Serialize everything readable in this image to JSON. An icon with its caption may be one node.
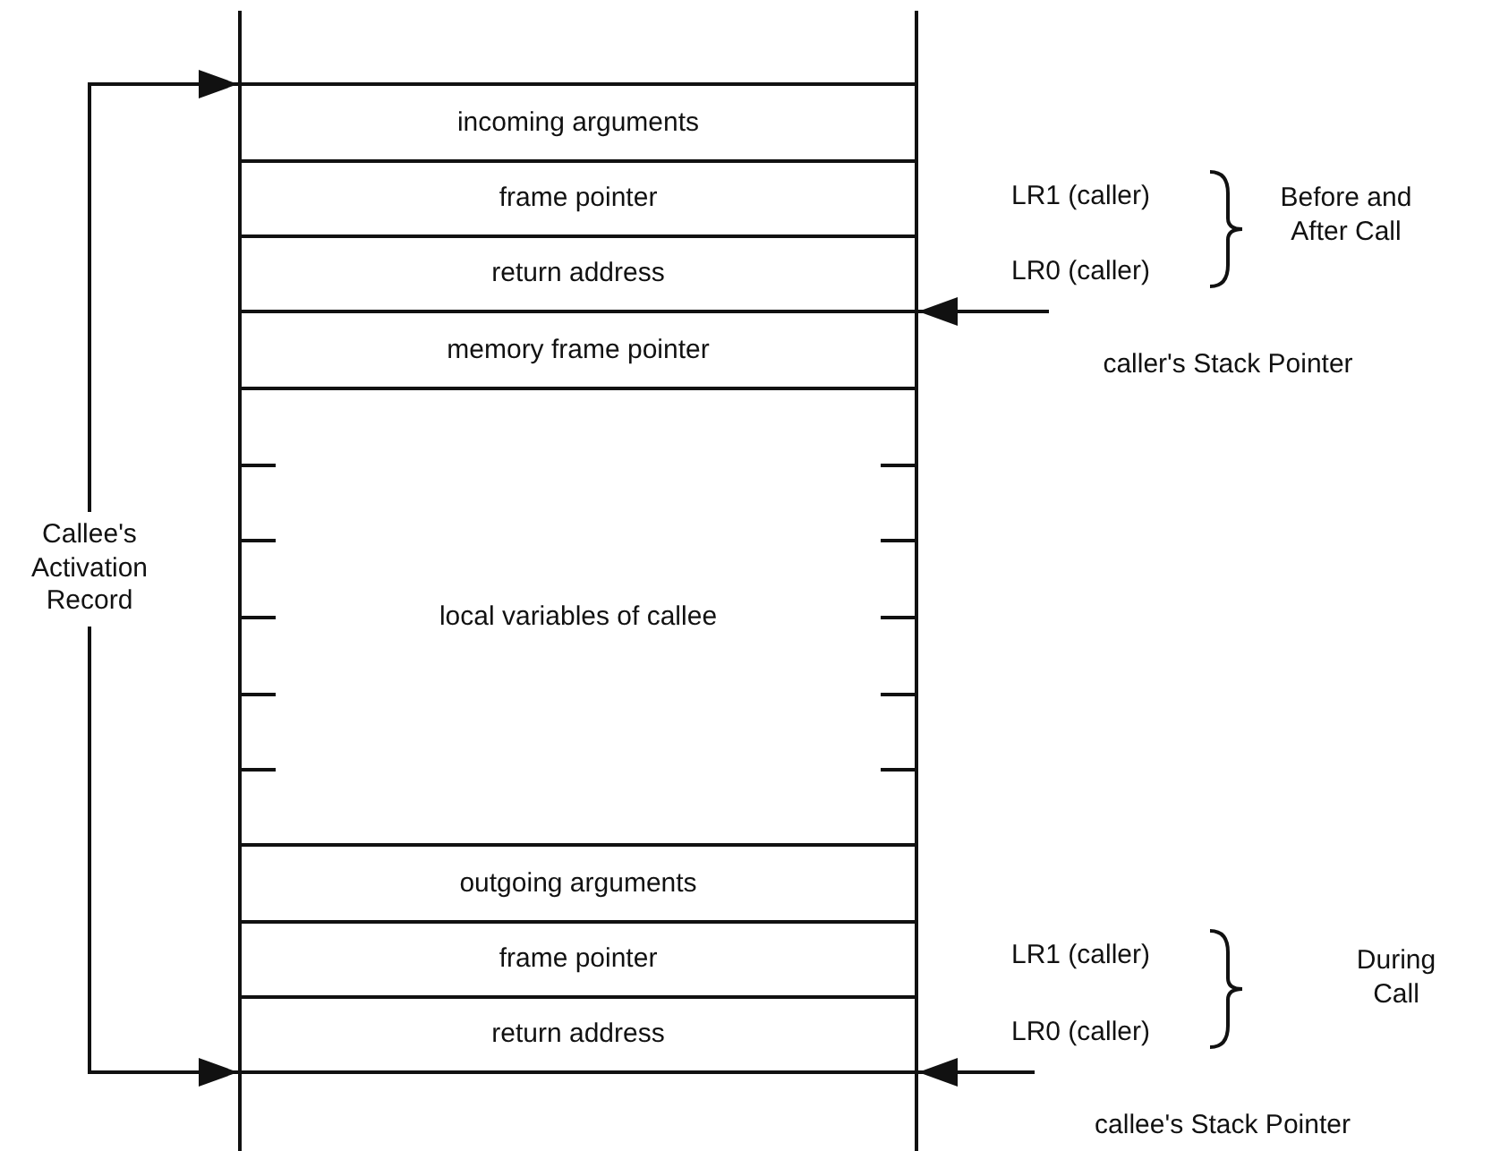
{
  "diagram": {
    "nodes": [
      {
        "text": [
          "incoming arguments"
        ]
      },
      {
        "text": [
          "frame pointer"
        ]
      },
      {
        "text": [
          "return address"
        ]
      },
      {
        "text": [
          "memory frame pointer"
        ]
      },
      {
        "text": [
          "local variables of callee"
        ]
      },
      {
        "text": [
          "outgoing arguments"
        ]
      },
      {
        "text": [
          "frame pointer"
        ]
      },
      {
        "text": [
          "return address"
        ]
      },
      {
        "text": [
          "caller's Stack Pointer"
        ]
      },
      {
        "text": [
          "callee's Stack Pointer"
        ]
      },
      {
        "text": [
          "Callee's Activation Record"
        ]
      }
    ],
    "edges": [
      {
        "from": 8,
        "to": 3,
        "arrow": "to"
      },
      {
        "from": 9,
        "to": 7,
        "arrow": "to"
      },
      {
        "from": 10,
        "to": 0,
        "arrow": "to"
      },
      {
        "from": 10,
        "to": 7,
        "arrow": "to"
      }
    ],
    "labels": [
      "LR1 (caller)",
      "Before and After Call",
      "LR0 (caller)",
      "LR1 (caller)",
      "During Call",
      "LR0 (caller)"
    ]
  }
}
